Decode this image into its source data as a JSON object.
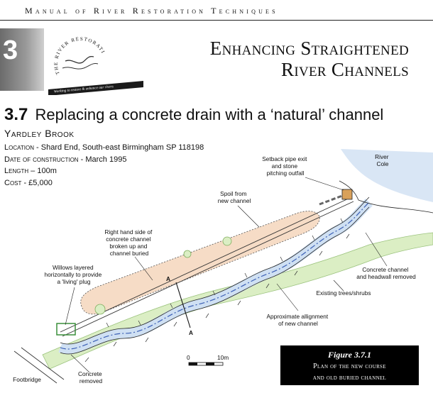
{
  "header": {
    "manual_title": "Manual of River Restoration Techniques"
  },
  "chapter": {
    "number": "3",
    "title_line1": "Enhancing Straightened",
    "title_line2": "River Channels"
  },
  "logo": {
    "text_top": "THE RIVER RESTORATION CENTRE",
    "banner": "Working to restore & enhance our rivers"
  },
  "section": {
    "number": "3.7",
    "title": "Replacing a concrete drain with a ‘natural’ channel",
    "site": "Yardley Brook",
    "location_key": "Location",
    "location_val": " - Shard End, South-east Birmingham SP 118198",
    "date_key": "Date of construction",
    "date_val": " - March 1995",
    "length_key": "Length",
    "length_val": " – 100m",
    "cost_key": "Cost",
    "cost_val": " - £5,000"
  },
  "diagram": {
    "setback_l1": "Setback pipe exit",
    "setback_l2": "and stone",
    "setback_l3": "pitching outfall",
    "river_l1": "River",
    "river_l2": "Cole",
    "spoil_l1": "Spoil from",
    "spoil_l2": "new channel",
    "rhs_l1": "Right hand side of",
    "rhs_l2": "concrete channel",
    "rhs_l3": "broken up and",
    "rhs_l4": "channel buried",
    "willow_l1": "Willows layered",
    "willow_l2": "horizontally to provide",
    "willow_l3": "a 'living' plug",
    "cc_l1": "Concrete channel",
    "cc_l2": "and headwall removed",
    "trees": "Existing trees/shrubs",
    "approx_l1": "Approximate allignment",
    "approx_l2": "of new channel",
    "footbridge": "Footbridge",
    "concrete_l1": "Concrete",
    "concrete_l2": "removed",
    "section_marker": "A",
    "scale_zero": "0",
    "scale_ten": "10m"
  },
  "figure": {
    "title": "Figure 3.7.1",
    "caption_l1": "Plan of the new course",
    "caption_l2": "and old buried channel"
  },
  "colors": {
    "river": "#cfe0f3",
    "river_line": "#3b5fb5",
    "spoil": "#f6dcc6",
    "trees": "#dbeec4",
    "chapter_tab": "#8a8a8a"
  }
}
